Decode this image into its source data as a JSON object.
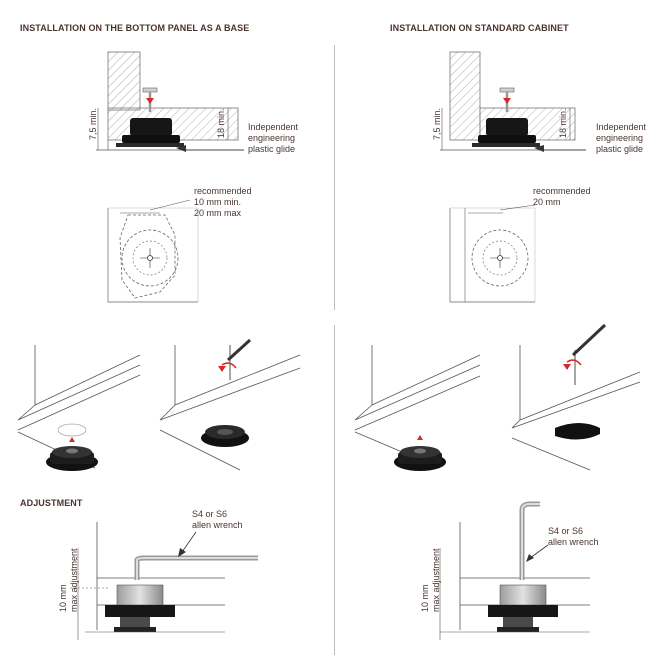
{
  "headings": {
    "left": "INSTALLATION ON THE BOTTOM PANEL AS A BASE",
    "right": "INSTALLATION ON STANDARD CABINET",
    "adjustment": "ADJUSTMENT"
  },
  "dimensions": {
    "left_height": "7,5 min.",
    "left_panel": "18 min.",
    "right_height": "7,5 min.",
    "right_panel": "18 min."
  },
  "glide_label": {
    "left": [
      "Independent",
      "engineering",
      "plastic glide"
    ],
    "right": [
      "Independent",
      "engineering",
      "plastic glide"
    ]
  },
  "recommended": {
    "left": [
      "recommended",
      "10 mm min.",
      "20 mm max"
    ],
    "right": [
      "recommended",
      "20 mm"
    ]
  },
  "wrench": {
    "left": [
      "S4 or S6",
      "allen wrench"
    ],
    "right": [
      "S4 or S6",
      "allen wrench"
    ]
  },
  "max_adjustment": {
    "left": [
      "10 mm",
      "max adjustment"
    ],
    "right": [
      "10 mm",
      "max adjustment"
    ]
  },
  "colors": {
    "accent_red": "#d42a2a",
    "glide_black": "#111111",
    "hatch": "#9a9a9a",
    "divider": "#bdbdbd"
  }
}
